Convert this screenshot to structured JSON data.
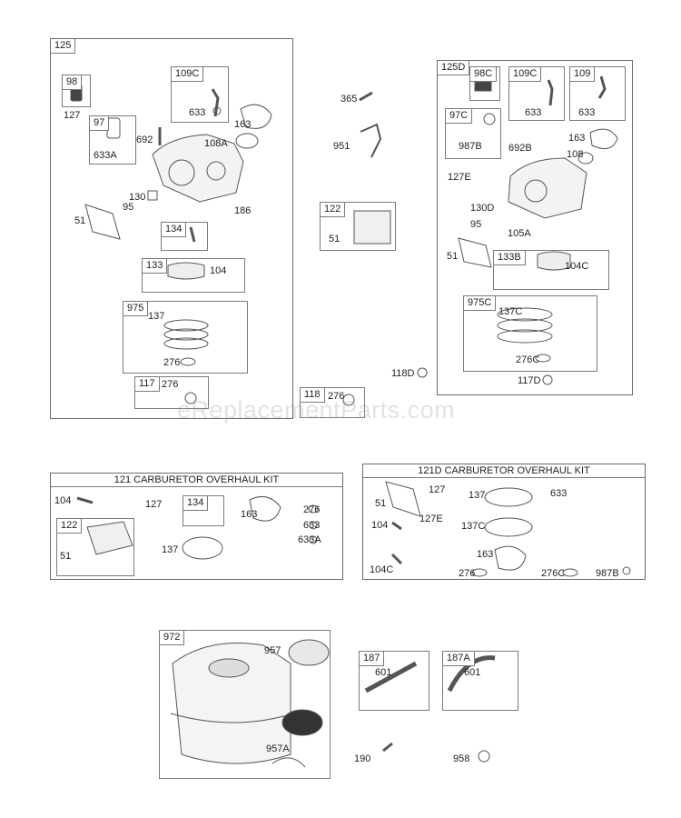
{
  "watermark": "eReplacementParts.com",
  "panels": {
    "p125": {
      "tag": "125"
    },
    "p125d": {
      "tag": "125D"
    },
    "kit121": {
      "title": "121 CARBURETOR OVERHAUL KIT"
    },
    "kit121d": {
      "title": "121D CARBURETOR OVERHAUL KIT"
    }
  },
  "boxes": {
    "b98": "98",
    "b109c": "109C",
    "b97": "97",
    "b134": "134",
    "b133": "133",
    "b975": "975",
    "b117": "117",
    "b122a": "122",
    "b118": "118",
    "b98c": "98C",
    "b109c_d": "109C",
    "b109": "109",
    "b97c": "97C",
    "b133b": "133B",
    "b975c": "975C",
    "k122": "122",
    "k134": "134",
    "b972": "972",
    "b187": "187",
    "b187a": "187A"
  },
  "labels": {
    "l127a": "127",
    "l633a": "633",
    "l163a": "163",
    "l692a": "692",
    "l633Aa": "633A",
    "l108A": "108A",
    "l130a": "130",
    "l95a": "95",
    "l186": "186",
    "l51a": "51",
    "l104a": "104",
    "l137a": "137",
    "l276a": "276",
    "l276b": "276",
    "l365": "365",
    "l951": "951",
    "l51b": "51",
    "l276c": "276",
    "l633b": "633",
    "l633c": "633",
    "l987B": "987B",
    "l692B": "692B",
    "l163b": "163",
    "l108": "108",
    "l127E": "127E",
    "l130D": "130D",
    "l95b": "95",
    "l105A": "105A",
    "l51c": "51",
    "l104C": "104C",
    "l137C": "137C",
    "l276C": "276C",
    "l118D": "118D",
    "l117D": "117D",
    "k104": "104",
    "k127": "127",
    "k163": "163",
    "k276": "276",
    "k633": "633",
    "k633A": "633A",
    "k51": "51",
    "k137": "137",
    "d51": "51",
    "d127": "127",
    "d137": "137",
    "d633": "633",
    "d104": "104",
    "d127E": "127E",
    "d137C": "137C",
    "d163": "163",
    "d104C": "104C",
    "d276": "276",
    "d276C": "276C",
    "d987B": "987B",
    "l957": "957",
    "l957A": "957A",
    "l601a": "601",
    "l601b": "601",
    "l190": "190",
    "l958": "958"
  }
}
